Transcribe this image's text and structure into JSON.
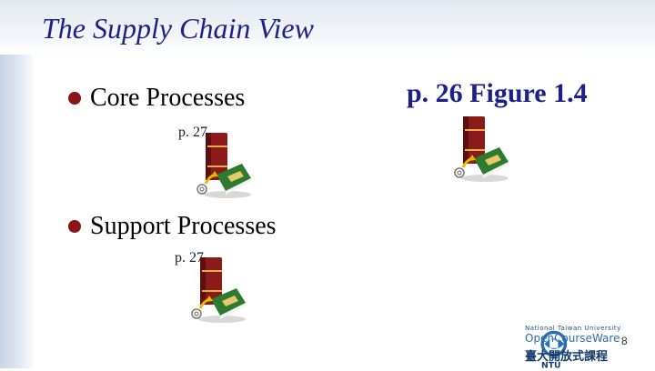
{
  "slide": {
    "title": "The Supply Chain View",
    "bullets": [
      {
        "label": "Core Processes",
        "ref": "p. 27"
      },
      {
        "label": "Support Processes",
        "ref": "p. 27"
      }
    ],
    "figure_ref": "p. 26 Figure 1.4",
    "page_number": "8"
  },
  "logo": {
    "line1": "National Taiwan University",
    "line2": "OpenCourseWare",
    "line3": "臺大開放式課程",
    "mark": "NTU"
  },
  "colors": {
    "title": "#1f1f8c",
    "bullet": "#8b1414",
    "book_red": "#8b1a1a",
    "book_green": "#2e7a2e",
    "link_arrow": "#e6b800"
  },
  "icons": [
    "book-link-icon",
    "ocw-logo-icon"
  ]
}
